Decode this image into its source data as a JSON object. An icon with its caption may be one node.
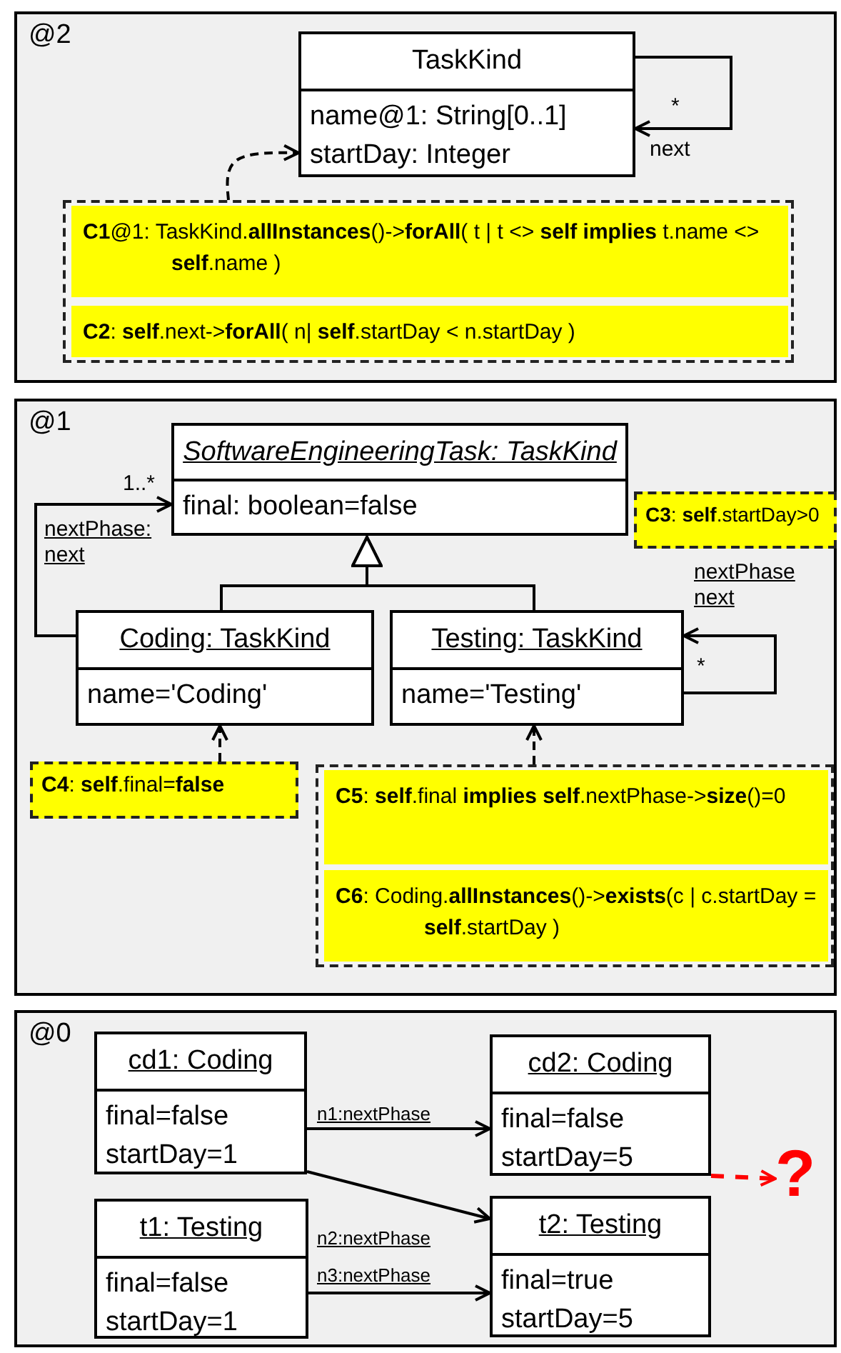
{
  "diagram": {
    "nodes": [
      {
        "text": [
          "@2"
        ]
      },
      {
        "text": [
          "TaskKind",
          "name@1: String[0..1]",
          "startDay: Integer"
        ],
        "in": 0
      },
      {
        "text": [],
        "shape": "box",
        "in": 0
      },
      {
        "text": [
          "**C1**@1: TaskKind.**allInstances**()->**forAll**( t | t <> **self implies** t.name <> **self**.name )"
        ],
        "in": 2
      },
      {
        "text": [
          "**C2**: **self**.next->**forAll**( n| **self**.startDay < n.startDay )"
        ],
        "in": 2
      },
      {
        "text": [
          "@1"
        ]
      },
      {
        "text": [
          "SoftwareEngineeringTask: TaskKind",
          "final: boolean=false"
        ],
        "in": 5
      },
      {
        "text": [
          "**C3**: **self**.startDay>0"
        ],
        "in": 5
      },
      {
        "text": [
          "Coding: TaskKind",
          "name='Coding'"
        ],
        "in": 5
      },
      {
        "text": [
          "Testing: TaskKind",
          "name='Testing'"
        ],
        "in": 5
      },
      {
        "text": [
          "**C4**: **self**.final=**false**"
        ],
        "in": 5
      },
      {
        "text": [],
        "shape": "box",
        "in": 5
      },
      {
        "text": [
          "**C5**: **self**.final **implies** **self**.nextPhase->**size**()=0"
        ],
        "in": 11
      },
      {
        "text": [
          "**C6**: Coding.**allInstances**()->**exists**(c | c.startDay = **self**.startDay )"
        ],
        "in": 11
      },
      {
        "text": [
          "@0"
        ]
      },
      {
        "text": [
          "cd1: Coding",
          "final=false",
          "startDay=1"
        ],
        "in": 14
      },
      {
        "text": [
          "cd2: Coding",
          "final=false",
          "startDay=5"
        ],
        "in": 14
      },
      {
        "text": [
          "t1: Testing",
          "final=false",
          "startDay=1"
        ],
        "in": 14
      },
      {
        "text": [
          "t2: Testing",
          "final=true",
          "startDay=5"
        ],
        "in": 14
      },
      {
        "text": [
          "?"
        ],
        "in": 14
      }
    ],
    "edges": [
      {
        "from": 2,
        "to": 1,
        "arrow": "to",
        "style": "dashed"
      },
      {
        "from": 1,
        "to": 1,
        "arrow": "to",
        "label": "next"
      },
      {
        "from": 8,
        "to": 6,
        "arrow": "to"
      },
      {
        "from": 9,
        "to": 6,
        "arrow": "to"
      },
      {
        "from": 8,
        "to": 6,
        "arrow": "to",
        "label": "nextPhase: next"
      },
      {
        "from": 9,
        "to": 9,
        "arrow": "to",
        "label": "nextPhase next"
      },
      {
        "from": 10,
        "to": 8,
        "arrow": "to",
        "style": "dashed"
      },
      {
        "from": 11,
        "to": 9,
        "arrow": "to",
        "style": "dashed"
      },
      {
        "from": 15,
        "to": 16,
        "arrow": "to",
        "label": "n1:nextPhase"
      },
      {
        "from": 15,
        "to": 18,
        "arrow": "to",
        "label": "n2:nextPhase"
      },
      {
        "from": 17,
        "to": 18,
        "arrow": "to",
        "label": "n3:nextPhase"
      },
      {
        "from": 16,
        "to": 19,
        "arrow": "to",
        "style": "dashed",
        "color": "#ff0000"
      }
    ],
    "labels": [
      "*",
      "1..*",
      "*"
    ]
  }
}
